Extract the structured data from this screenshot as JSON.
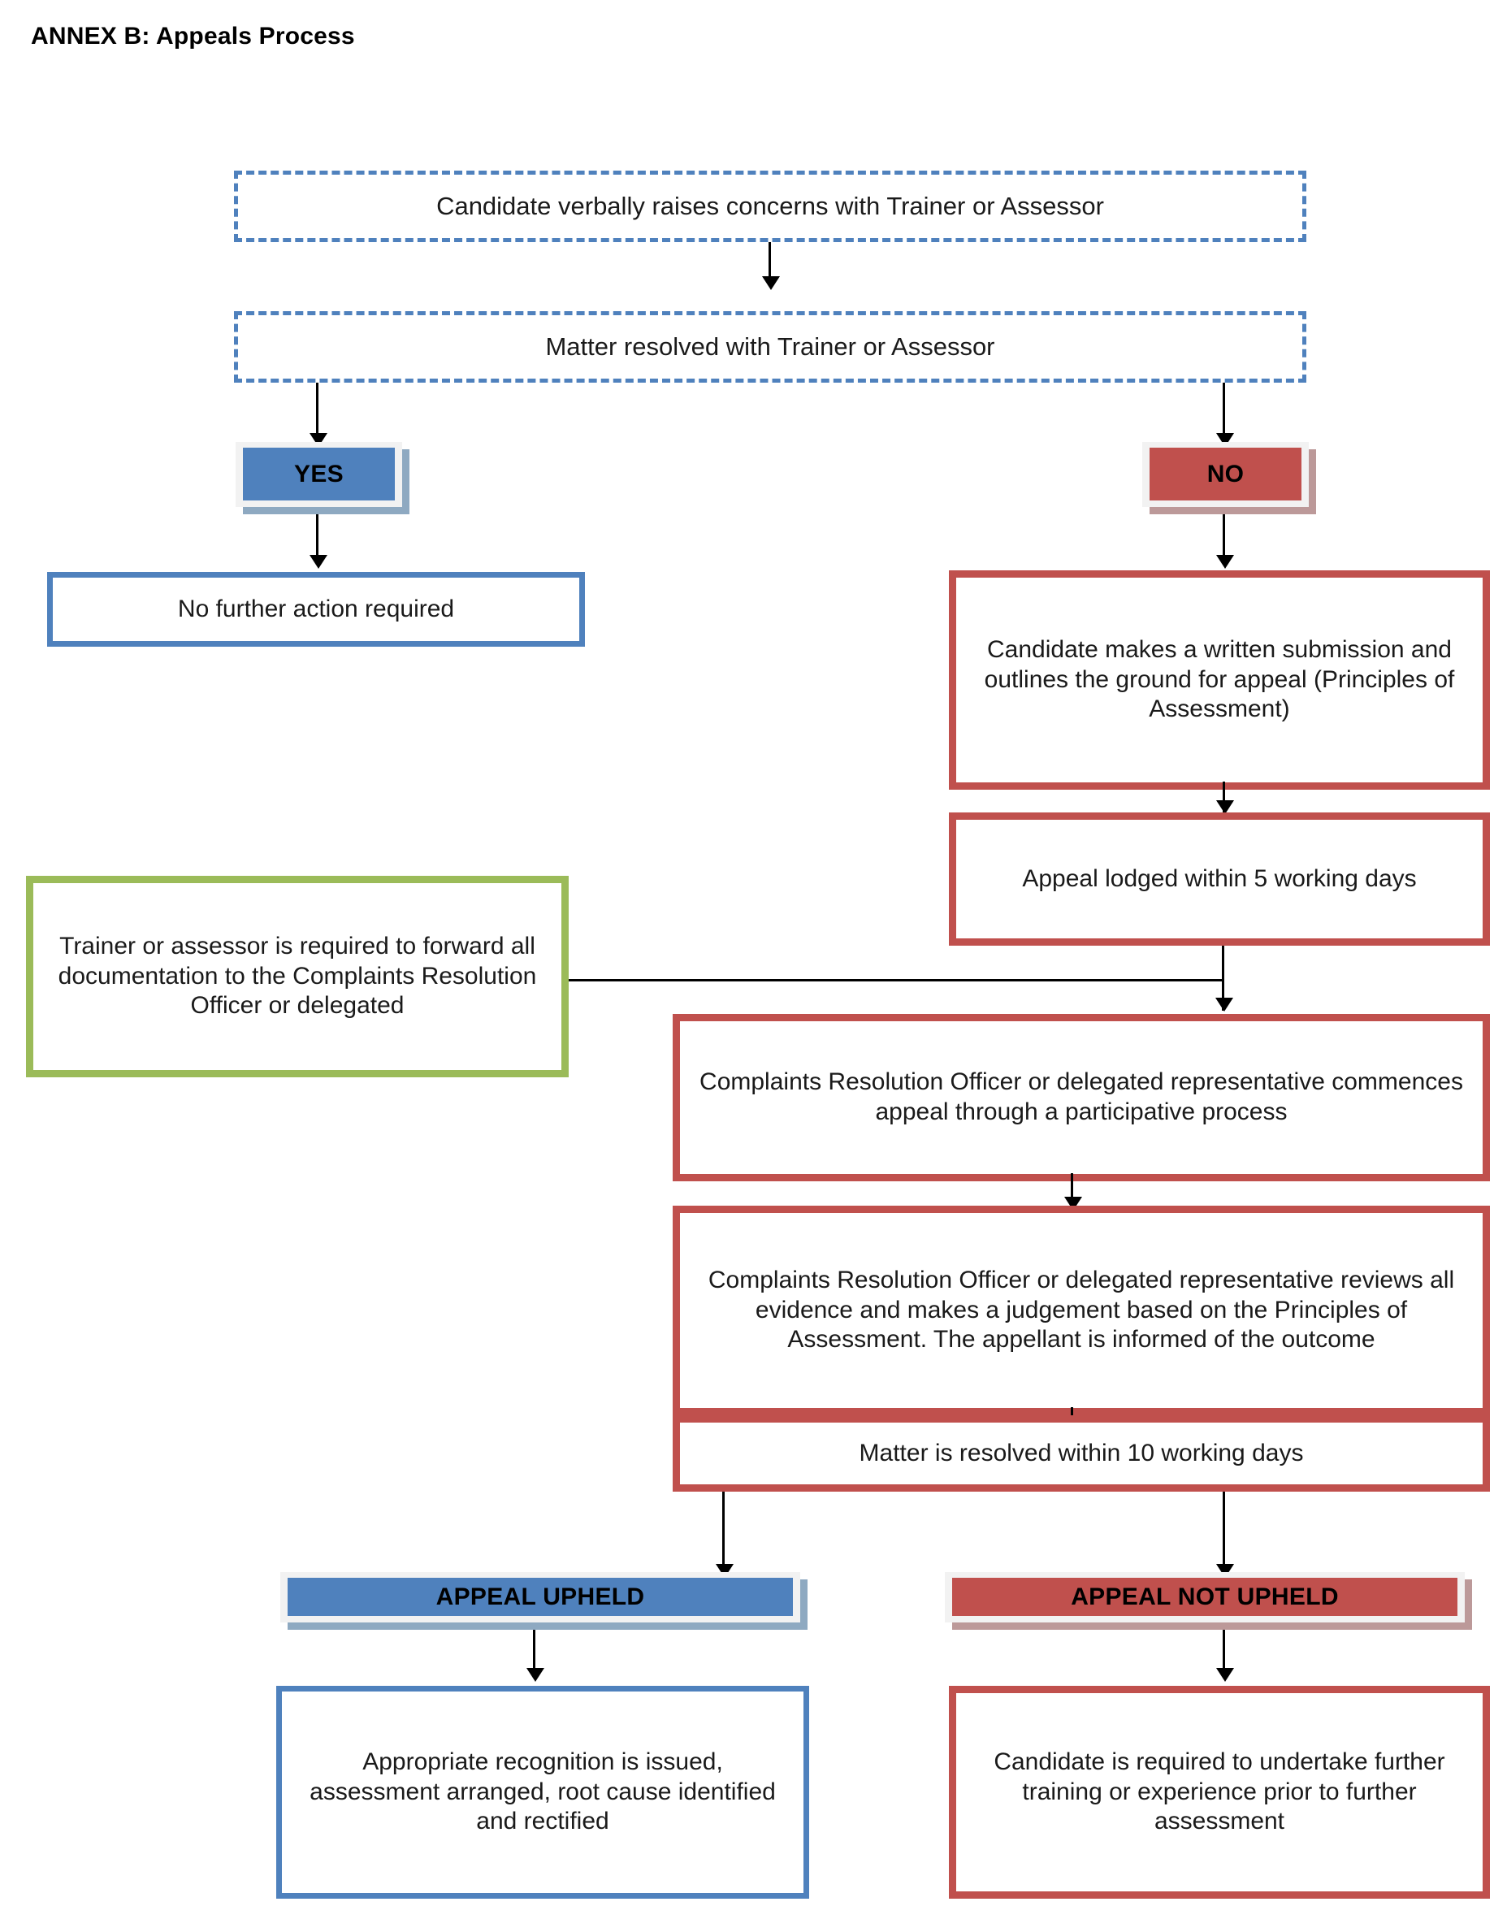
{
  "document": {
    "title": "ANNEX B: Appeals Process"
  },
  "colors": {
    "blue": "#4F81BD",
    "red": "#C0504D",
    "green": "#9BBB59",
    "banner_frame": "#F2F2F2",
    "blue_shadow": "#8EA9C1",
    "red_shadow": "#BC9999",
    "connector": "#000000",
    "background": "#FFFFFF",
    "text": "#1A1A1A"
  },
  "flowchart": {
    "type": "flowchart",
    "nodes": [
      {
        "id": "verbal-concerns",
        "label": "Candidate verbally raises concerns with Trainer or Assessor",
        "style": "dashed-blue"
      },
      {
        "id": "matter-resolved",
        "label": "Matter resolved with Trainer or Assessor",
        "style": "dashed-blue"
      },
      {
        "id": "yes-banner",
        "label": "YES",
        "style": "banner-blue"
      },
      {
        "id": "no-banner",
        "label": "NO",
        "style": "banner-red"
      },
      {
        "id": "no-further-action",
        "label": "No further action required",
        "style": "solid-blue"
      },
      {
        "id": "written-submission",
        "label": "Candidate makes a written submission and outlines the ground for appeal (Principles of Assessment)",
        "style": "solid-red"
      },
      {
        "id": "appeal-lodged",
        "label": "Appeal lodged within 5 working days",
        "style": "solid-red"
      },
      {
        "id": "forward-documentation",
        "label": "Trainer or assessor is required to forward all documentation to the Complaints Resolution Officer or delegated",
        "style": "solid-green"
      },
      {
        "id": "commences-appeal",
        "label": "Complaints Resolution Officer or delegated representative commences appeal through a participative process",
        "style": "solid-red"
      },
      {
        "id": "reviews-evidence",
        "label": "Complaints Resolution Officer or delegated representative reviews all evidence and makes a judgement based on the Principles of Assessment. The appellant is informed of the outcome",
        "style": "solid-red"
      },
      {
        "id": "matter-resolved-10-days",
        "label": "Matter is resolved within 10 working days",
        "style": "solid-red"
      },
      {
        "id": "appeal-upheld-banner",
        "label": "APPEAL UPHELD",
        "style": "banner-blue"
      },
      {
        "id": "appeal-not-upheld-banner",
        "label": "APPEAL NOT UPHELD",
        "style": "banner-red"
      },
      {
        "id": "recognition-issued",
        "label": "Appropriate recognition is issued, assessment arranged, root cause identified and rectified",
        "style": "solid-blue"
      },
      {
        "id": "further-training",
        "label": "Candidate is required to undertake further training or experience prior to further assessment",
        "style": "solid-red"
      }
    ],
    "edges": [
      {
        "from": "verbal-concerns",
        "to": "matter-resolved"
      },
      {
        "from": "matter-resolved",
        "to": "yes-banner"
      },
      {
        "from": "matter-resolved",
        "to": "no-banner"
      },
      {
        "from": "yes-banner",
        "to": "no-further-action"
      },
      {
        "from": "no-banner",
        "to": "written-submission"
      },
      {
        "from": "written-submission",
        "to": "appeal-lodged"
      },
      {
        "from": "appeal-lodged",
        "to": "commences-appeal"
      },
      {
        "from": "forward-documentation",
        "to": "commences-appeal"
      },
      {
        "from": "commences-appeal",
        "to": "reviews-evidence"
      },
      {
        "from": "reviews-evidence",
        "to": "matter-resolved-10-days"
      },
      {
        "from": "matter-resolved-10-days",
        "to": "appeal-upheld-banner"
      },
      {
        "from": "matter-resolved-10-days",
        "to": "appeal-not-upheld-banner"
      },
      {
        "from": "appeal-upheld-banner",
        "to": "recognition-issued"
      },
      {
        "from": "appeal-not-upheld-banner",
        "to": "further-training"
      }
    ]
  }
}
